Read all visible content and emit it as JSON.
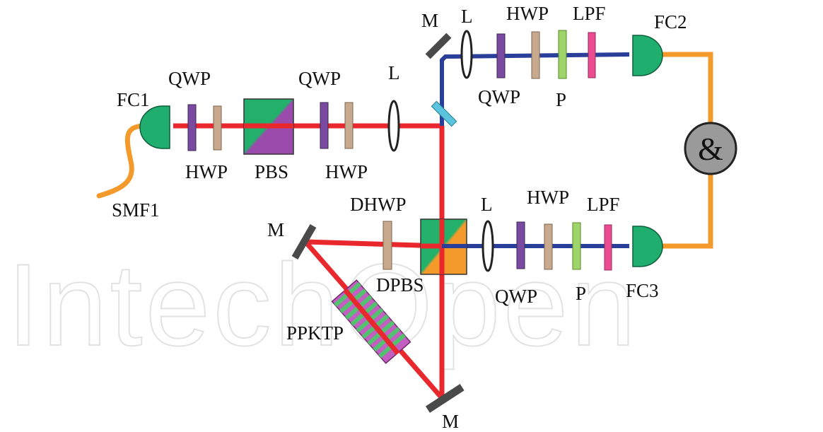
{
  "watermark": "IntechOpen",
  "colors": {
    "pump_beam": "#e8282c",
    "photon_beam": "#2a3f9a",
    "fiber": "#f39a2b",
    "coupler": "#1fae6e",
    "qwp": "#7a4aa0",
    "hwp": "#c9a98d",
    "polarizer": "#9fd46a",
    "lpf": "#ea4c8f",
    "mirror": "#4a4a4a",
    "dichroic": "#5cc3dd",
    "detector_fill": "#9a9a9a"
  },
  "labels": {
    "fc1": "FC1",
    "fc2": "FC2",
    "fc3": "FC3",
    "smf1": "SMF1",
    "qwp_left_top": "QWP",
    "hwp_left_bottom": "HWP",
    "pbs": "PBS",
    "qwp_mid_top": "QWP",
    "hwp_mid_bottom": "HWP",
    "lens_left": "L",
    "mirror_top": "M",
    "lens_top": "L",
    "hwp_upper": "HWP",
    "lpf_upper": "LPF",
    "qwp_upper": "QWP",
    "p_upper": "P",
    "dhwp": "DHWP",
    "dpbs": "DPBS",
    "lens_lower": "L",
    "hwp_lower": "HWP",
    "lpf_lower": "LPF",
    "qwp_lower": "QWP",
    "p_lower": "P",
    "mirror_left": "M",
    "mirror_bottom": "M",
    "ppktp": "PPKTP",
    "coincidence": "&"
  }
}
